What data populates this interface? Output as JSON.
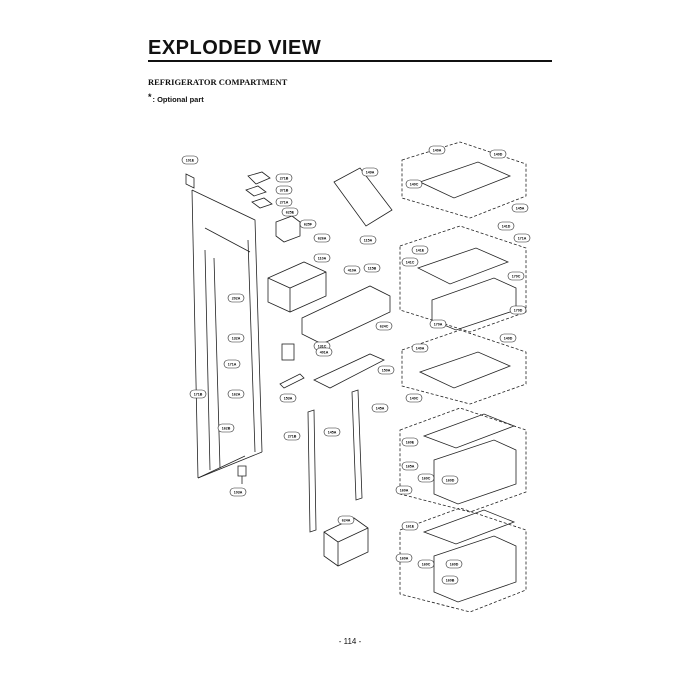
{
  "header": {
    "title": "EXPLODED VIEW",
    "section": "REFRIGERATOR COMPARTMENT",
    "optional_mark": "*",
    "optional_text": ": Optional part"
  },
  "footer": {
    "page_number": "- 114 -"
  },
  "diagram": {
    "labels": [
      {
        "id": "lbl-101e",
        "text": "101E"
      },
      {
        "id": "lbl-271b-top",
        "text": "271B"
      },
      {
        "id": "lbl-371b",
        "text": "371B"
      },
      {
        "id": "lbl-271a",
        "text": "271A"
      },
      {
        "id": "lbl-625e",
        "text": "625E"
      },
      {
        "id": "lbl-625f",
        "text": "625F"
      },
      {
        "id": "lbl-626a",
        "text": "626A"
      },
      {
        "id": "lbl-149a",
        "text": "149A"
      },
      {
        "id": "lbl-140a-top",
        "text": "140A"
      },
      {
        "id": "lbl-140d-top",
        "text": "140D"
      },
      {
        "id": "lbl-140c-top",
        "text": "140C"
      },
      {
        "id": "lbl-110a",
        "text": "110A"
      },
      {
        "id": "lbl-115a",
        "text": "115A"
      },
      {
        "id": "lbl-410a",
        "text": "410A"
      },
      {
        "id": "lbl-115b",
        "text": "115B"
      },
      {
        "id": "lbl-202a",
        "text": "202A"
      },
      {
        "id": "lbl-132a",
        "text": "132A"
      },
      {
        "id": "lbl-141c",
        "text": "141C"
      },
      {
        "id": "lbl-141e",
        "text": "141E"
      },
      {
        "id": "lbl-141d",
        "text": "141D"
      },
      {
        "id": "lbl-145a-r",
        "text": "145A"
      },
      {
        "id": "lbl-171a",
        "text": "171A"
      },
      {
        "id": "lbl-170c",
        "text": "170C"
      },
      {
        "id": "lbl-170d",
        "text": "170D"
      },
      {
        "id": "lbl-170a",
        "text": "170A"
      },
      {
        "id": "lbl-624c",
        "text": "624C"
      },
      {
        "id": "lbl-131c",
        "text": "131C"
      },
      {
        "id": "lbl-401a",
        "text": "401A"
      },
      {
        "id": "lbl-150a",
        "text": "150A"
      },
      {
        "id": "lbl-171a-l",
        "text": "171A"
      },
      {
        "id": "lbl-162a",
        "text": "162A"
      },
      {
        "id": "lbl-171b-l",
        "text": "171B"
      },
      {
        "id": "lbl-153a",
        "text": "153A"
      },
      {
        "id": "lbl-162b",
        "text": "162B"
      },
      {
        "id": "lbl-140a-mid",
        "text": "140A"
      },
      {
        "id": "lbl-140d-mid",
        "text": "140D"
      },
      {
        "id": "lbl-140c-mid",
        "text": "140C"
      },
      {
        "id": "lbl-145a",
        "text": "145A"
      },
      {
        "id": "lbl-145a-post",
        "text": "145A"
      },
      {
        "id": "lbl-271b-low",
        "text": "271B"
      },
      {
        "id": "lbl-160e",
        "text": "160E"
      },
      {
        "id": "lbl-165a",
        "text": "165A"
      },
      {
        "id": "lbl-160c",
        "text": "160C"
      },
      {
        "id": "lbl-160d",
        "text": "160D"
      },
      {
        "id": "lbl-160a",
        "text": "160A"
      },
      {
        "id": "lbl-103a",
        "text": "103A"
      },
      {
        "id": "lbl-624a",
        "text": "624A"
      },
      {
        "id": "lbl-161e",
        "text": "161E"
      },
      {
        "id": "lbl-160a-b",
        "text": "160A"
      },
      {
        "id": "lbl-160c-b",
        "text": "160C"
      },
      {
        "id": "lbl-160d-b",
        "text": "160D"
      },
      {
        "id": "lbl-160b",
        "text": "160B"
      }
    ]
  }
}
